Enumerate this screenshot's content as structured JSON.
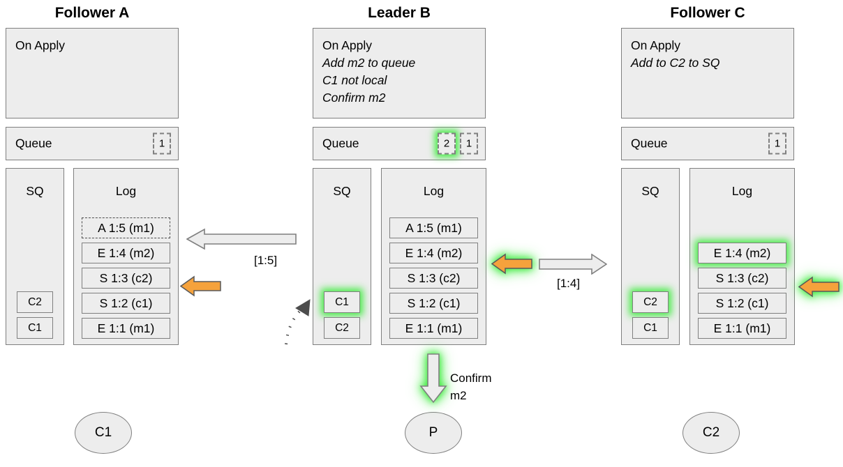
{
  "diagram": {
    "title_font_color": "#000000",
    "panel_fill": "#ededed",
    "panel_border": "#7f7f7f",
    "highlight_color": "#3ceb3c",
    "message_arrow_color": "#f5a23c",
    "replication_arrow_color": "#ededed"
  },
  "columns": [
    {
      "id": "follower-a",
      "title": "Follower A",
      "on_apply": {
        "heading": "On Apply",
        "lines": []
      },
      "queue": {
        "label": "Queue",
        "items": [
          {
            "value": "1",
            "highlight": false
          }
        ]
      },
      "sq": {
        "heading": "SQ",
        "items": [
          {
            "value": "C2",
            "highlight": false
          },
          {
            "value": "C1",
            "highlight": false
          }
        ]
      },
      "log": {
        "heading": "Log",
        "entries": [
          {
            "value": "A 1:5 (m1)",
            "dashed": true,
            "highlight": false
          },
          {
            "value": "E 1:4 (m2)",
            "dashed": false,
            "highlight": false
          },
          {
            "value": "S 1:3 (c2)",
            "dashed": false,
            "highlight": false
          },
          {
            "value": "S 1:2 (c1)",
            "dashed": false,
            "highlight": false
          },
          {
            "value": "E 1:1 (m1)",
            "dashed": false,
            "highlight": false
          }
        ]
      },
      "client": "C1"
    },
    {
      "id": "leader-b",
      "title": "Leader B",
      "on_apply": {
        "heading": "On Apply",
        "lines": [
          "Add m2 to queue",
          "C1 not local",
          "Confirm m2"
        ]
      },
      "queue": {
        "label": "Queue",
        "items": [
          {
            "value": "2",
            "highlight": true
          },
          {
            "value": "1",
            "highlight": false
          }
        ]
      },
      "sq": {
        "heading": "SQ",
        "items": [
          {
            "value": "C1",
            "highlight": true
          },
          {
            "value": "C2",
            "highlight": false
          }
        ]
      },
      "log": {
        "heading": "Log",
        "entries": [
          {
            "value": "A 1:5 (m1)",
            "dashed": false,
            "highlight": false
          },
          {
            "value": "E 1:4 (m2)",
            "dashed": false,
            "highlight": false
          },
          {
            "value": "S 1:3 (c2)",
            "dashed": false,
            "highlight": false
          },
          {
            "value": "S 1:2 (c1)",
            "dashed": false,
            "highlight": false
          },
          {
            "value": "E 1:1 (m1)",
            "dashed": false,
            "highlight": false
          }
        ]
      },
      "client": "P"
    },
    {
      "id": "follower-c",
      "title": "Follower C",
      "on_apply": {
        "heading": "On Apply",
        "lines": [
          "Add to C2 to SQ"
        ]
      },
      "queue": {
        "label": "Queue",
        "items": [
          {
            "value": "1",
            "highlight": false
          }
        ]
      },
      "sq": {
        "heading": "SQ",
        "items": [
          {
            "value": "C2",
            "highlight": true
          },
          {
            "value": "C1",
            "highlight": false
          }
        ]
      },
      "log": {
        "heading": "Log",
        "entries": [
          {
            "value": "E 1:4 (m2)",
            "dashed": false,
            "highlight": true
          },
          {
            "value": "S 1:3 (c2)",
            "dashed": false,
            "highlight": false
          },
          {
            "value": "S 1:2 (c1)",
            "dashed": false,
            "highlight": false
          },
          {
            "value": "E 1:1 (m1)",
            "dashed": false,
            "highlight": false
          }
        ]
      },
      "client": "C2"
    }
  ],
  "arrows": {
    "ab_replication_label": "[1:5]",
    "bc_replication_label": "[1:4]",
    "confirm_label_line1": "Confirm",
    "confirm_label_line2": "m2"
  }
}
